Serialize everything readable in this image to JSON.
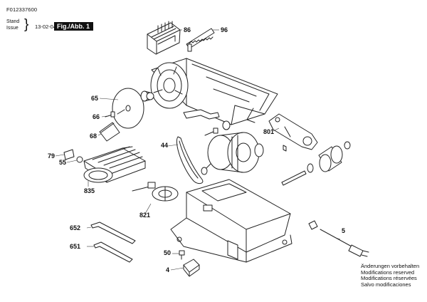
{
  "header": {
    "doc_id": "F012337600",
    "stand_label": "Stand",
    "issue_label": "Issue",
    "date": "13-02-04",
    "figure_label": "Fig./Abb. 1"
  },
  "callouts": [
    {
      "id": "c86",
      "text": "86"
    },
    {
      "id": "c96",
      "text": "96"
    },
    {
      "id": "c65",
      "text": "65"
    },
    {
      "id": "c66",
      "text": "66"
    },
    {
      "id": "c68",
      "text": "68"
    },
    {
      "id": "c801",
      "text": "801"
    },
    {
      "id": "c44",
      "text": "44"
    },
    {
      "id": "c79",
      "text": "79"
    },
    {
      "id": "c55",
      "text": "55"
    },
    {
      "id": "c835",
      "text": "835"
    },
    {
      "id": "c821",
      "text": "821"
    },
    {
      "id": "c652",
      "text": "652"
    },
    {
      "id": "c651",
      "text": "651"
    },
    {
      "id": "c5",
      "text": "5"
    },
    {
      "id": "c50",
      "text": "50"
    },
    {
      "id": "c4",
      "text": "4"
    }
  ],
  "notice": {
    "de": "Änderungen vorbehalten",
    "en": "Modifications reserved",
    "fr": "Modifications réservées",
    "es": "Salvo modificaciones"
  }
}
